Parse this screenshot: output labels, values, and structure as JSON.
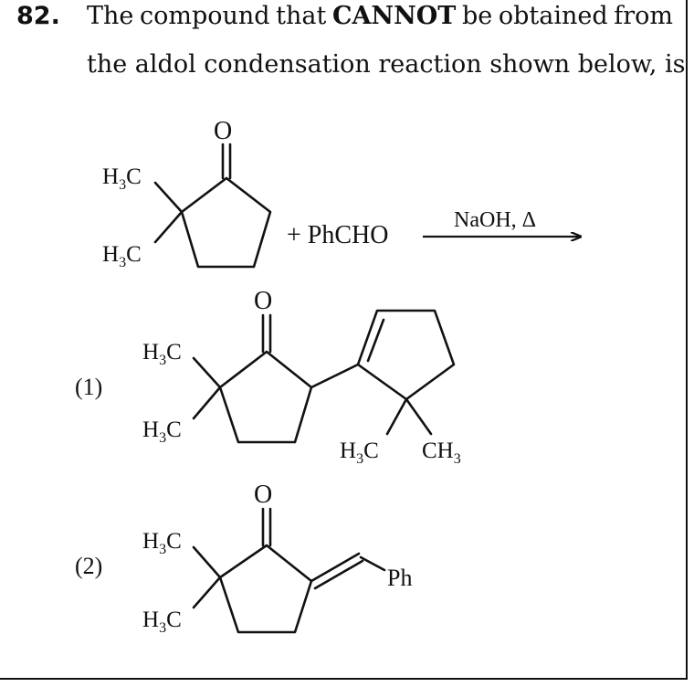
{
  "question": {
    "number": "82.",
    "line1_words": [
      "The",
      "compound",
      "that",
      "CANNOT",
      "be",
      "obtained",
      "from"
    ],
    "line1_bold_word": "CANNOT",
    "line2": "the aldol condensation reaction shown below, is"
  },
  "reaction": {
    "reactant_methyl_top": "H3C",
    "reactant_methyl_bottom": "H3C",
    "carbonyl_oxygen": "O",
    "plus_reagent": "+ PhCHO",
    "conditions": "NaOH, Δ"
  },
  "options": [
    {
      "label": "(1)",
      "oxygen": "O",
      "methyl_top": "H3C",
      "methyl_bottom": "H3C",
      "ring_methyl_left": "H3C",
      "ring_methyl_right": "CH3"
    },
    {
      "label": "(2)",
      "oxygen": "O",
      "methyl_top": "H3C",
      "methyl_bottom": "H3C",
      "substituent": "Ph"
    }
  ]
}
